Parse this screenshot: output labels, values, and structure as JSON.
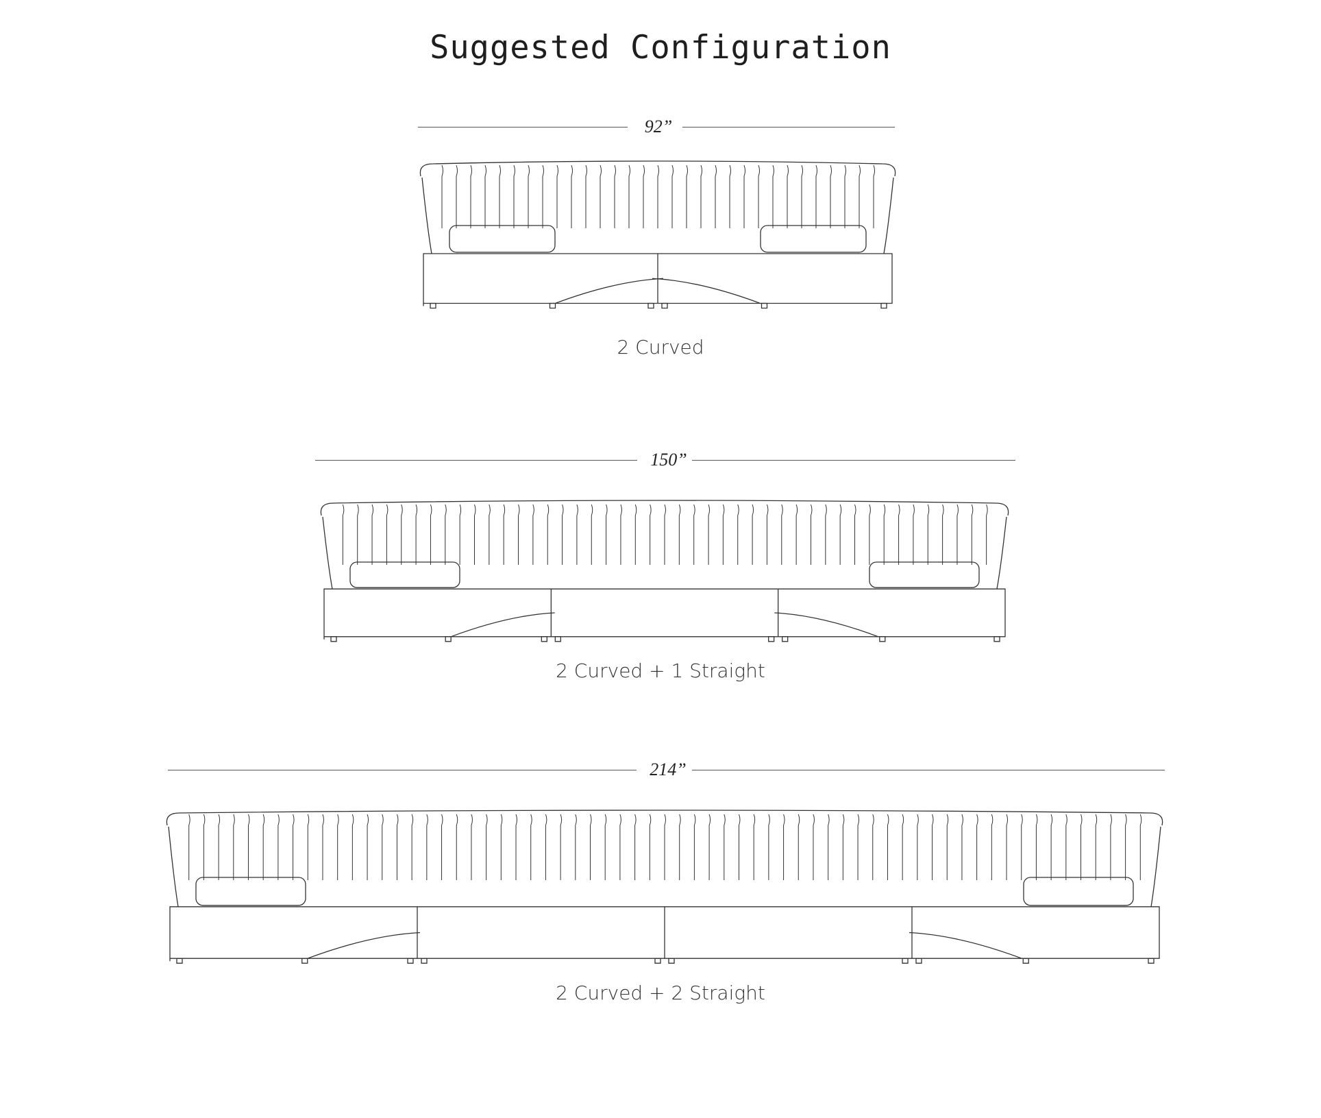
{
  "title": "Suggested Configuration",
  "configurations": [
    {
      "dimension": "92”",
      "caption": "2 Curved",
      "curved_modules": 2,
      "straight_modules": 0
    },
    {
      "dimension": "150”",
      "caption": "2 Curved + 1 Straight",
      "curved_modules": 2,
      "straight_modules": 1
    },
    {
      "dimension": "214”",
      "caption": "2 Curved + 2 Straight",
      "curved_modules": 2,
      "straight_modules": 2
    }
  ],
  "colors": {
    "line": "#333333",
    "background": "#ffffff"
  }
}
